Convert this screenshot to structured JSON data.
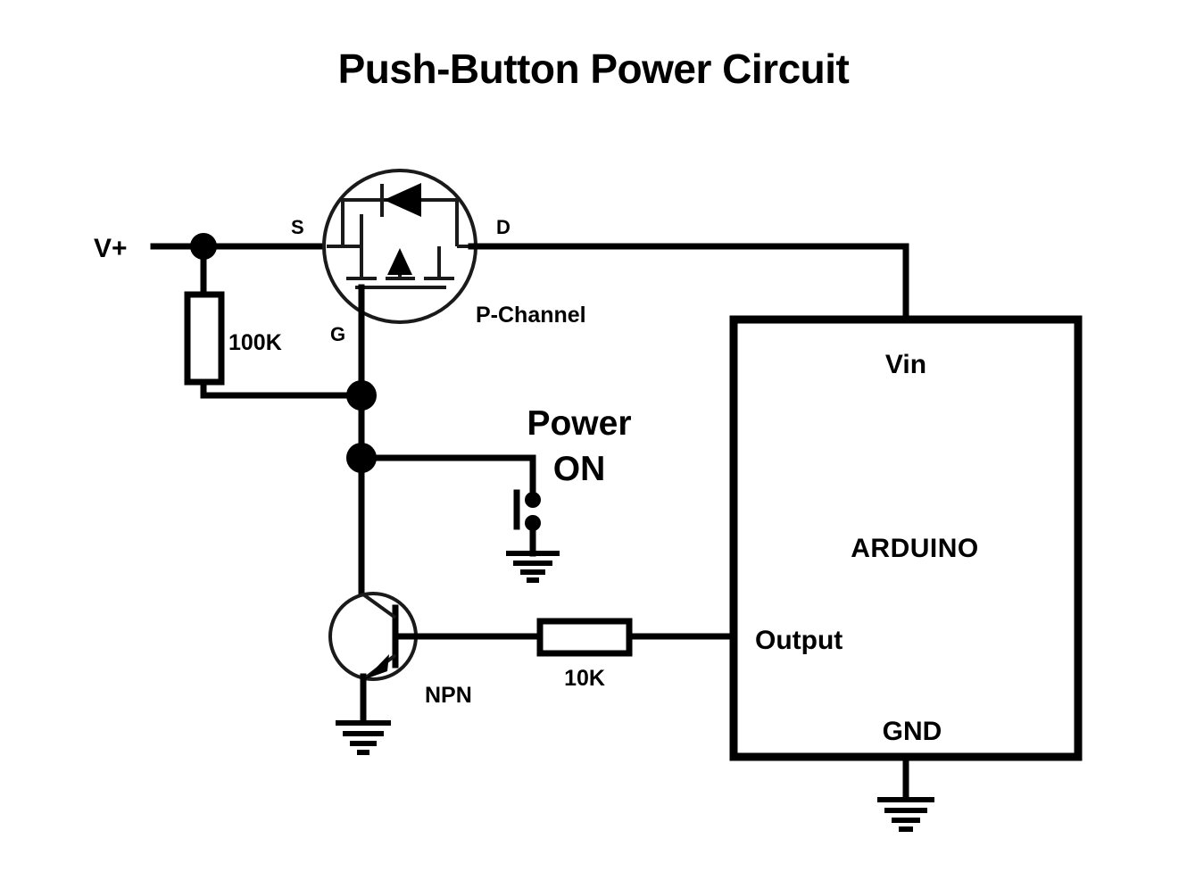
{
  "title": "Push-Button Power Circuit",
  "colors": {
    "wire": "#000000",
    "background": "#ffffff",
    "annotation_accent": "#ff00ff",
    "text": "#000000"
  },
  "labels": {
    "supply": "V+",
    "mosfet_source": "S",
    "mosfet_drain": "D",
    "mosfet_gate": "G",
    "mosfet_type": "P-Channel",
    "pullup_resistor": "100K",
    "base_resistor": "10K",
    "transistor_type": "NPN",
    "power_on_line1": "Power",
    "power_on_line2": "ON",
    "arduino_name": "ARDUINO",
    "arduino_vin": "Vin",
    "arduino_output": "Output",
    "arduino_gnd": "GND"
  },
  "components": [
    {
      "id": "p-channel-mosfet",
      "type": "mosfet",
      "channel": "P-Channel",
      "terminals": [
        "S",
        "D",
        "G"
      ],
      "has_body_diode": true
    },
    {
      "id": "pullup-resistor",
      "type": "resistor",
      "value": "100K",
      "orientation": "vertical",
      "connects": [
        "V+",
        "MOSFET gate"
      ]
    },
    {
      "id": "base-resistor",
      "type": "resistor",
      "value": "10K",
      "orientation": "horizontal",
      "connects": [
        "NPN base",
        "Arduino Output"
      ]
    },
    {
      "id": "npn-transistor",
      "type": "bjt",
      "polarity": "NPN",
      "terminals": [
        "collector",
        "base",
        "emitter"
      ]
    },
    {
      "id": "push-button",
      "type": "momentary-switch",
      "annotation": "Power ON",
      "connects": [
        "MOSFET gate",
        "GND"
      ]
    },
    {
      "id": "arduino-board",
      "type": "block",
      "name": "ARDUINO",
      "pins": [
        "Vin",
        "Output",
        "GND"
      ]
    }
  ],
  "grounds": [
    {
      "id": "gnd-switch",
      "label": ""
    },
    {
      "id": "gnd-npn-emitter",
      "label": ""
    },
    {
      "id": "gnd-arduino",
      "label": ""
    }
  ]
}
